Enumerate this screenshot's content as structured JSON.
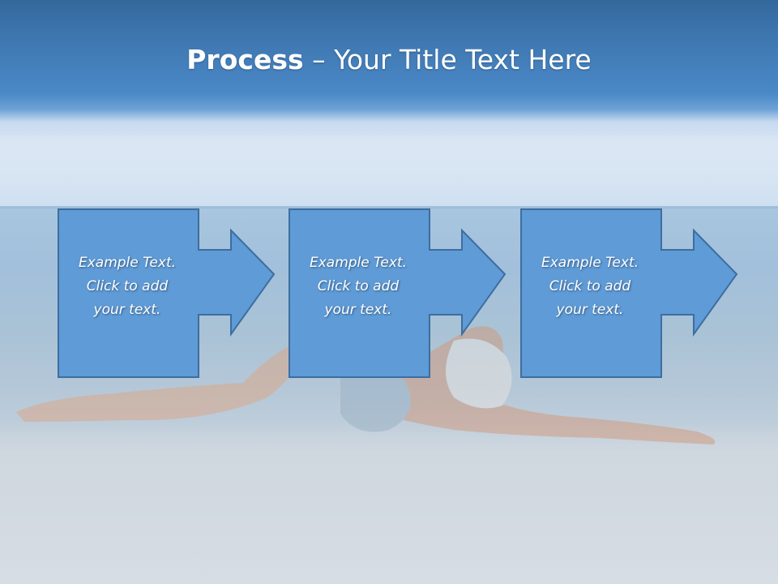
{
  "title": {
    "bold": "Process",
    "rest": " – Your Title Text Here"
  },
  "steps": [
    {
      "lines": [
        "Example Text.",
        "Click  to add",
        "your text."
      ]
    },
    {
      "lines": [
        "Example Text.",
        "Click  to add",
        "your text."
      ]
    },
    {
      "lines": [
        "Example Text.",
        "Click  to add",
        "your text."
      ]
    }
  ],
  "colors": {
    "box_fill": "#5f9bd6",
    "box_stroke": "#3d6e9f",
    "title_bar": "#3f78b1"
  }
}
